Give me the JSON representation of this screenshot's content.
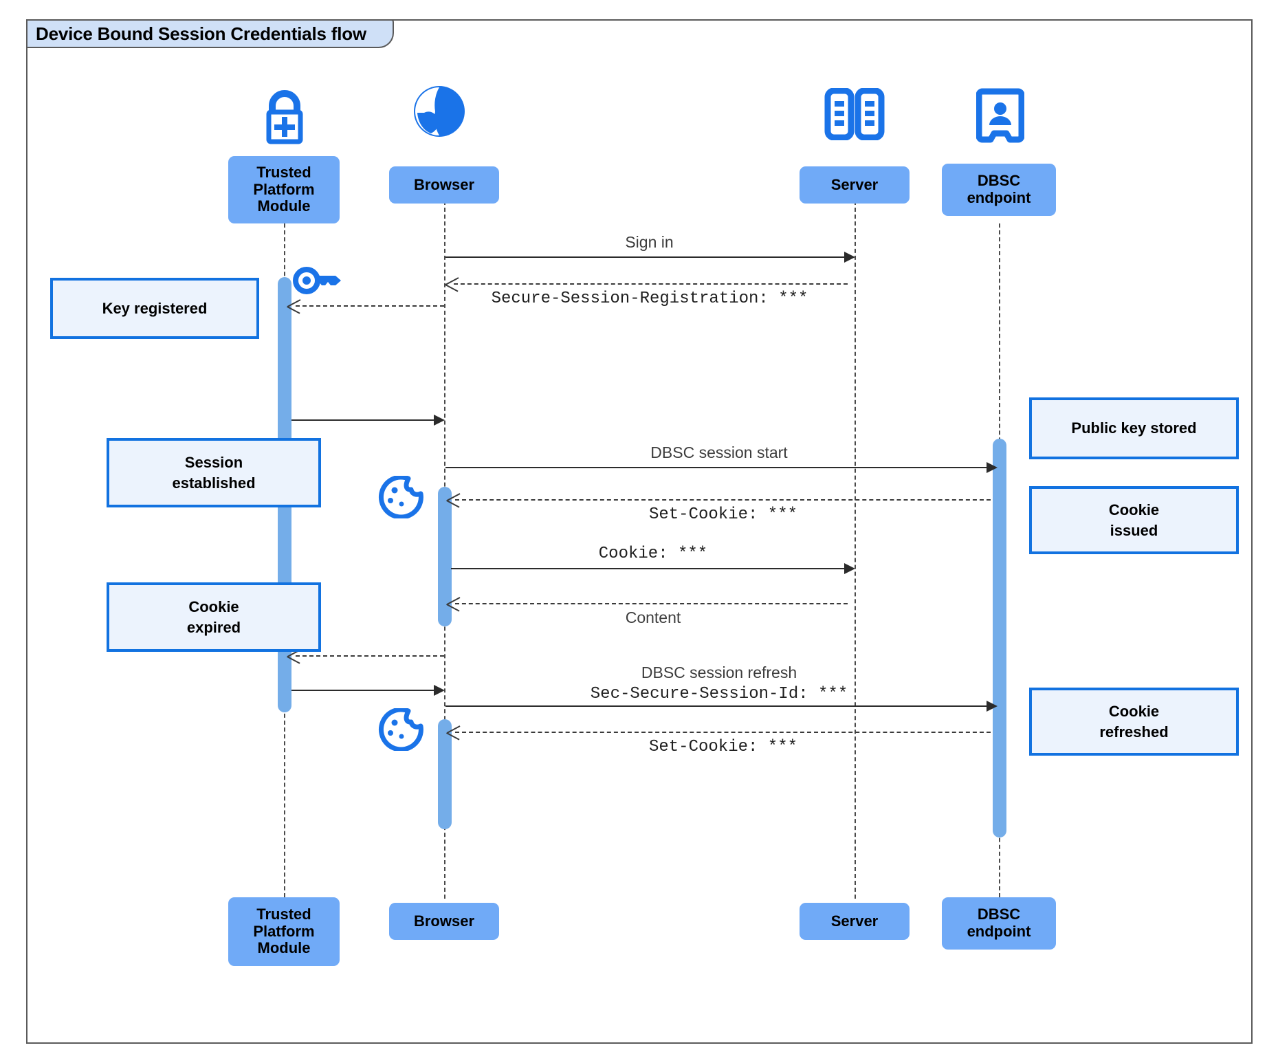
{
  "frame": {
    "title": "Device Bound Session Credentials flow",
    "border_color": "#5a5a5a",
    "title_bg": "#cfe0f7"
  },
  "colors": {
    "participant_bg": "#70aaf7",
    "activation_bg": "#74ade9",
    "note_bg": "#ecf3fd",
    "note_border": "#1272e0",
    "icon_blue": "#1a73e8",
    "line": "#2b2b2b"
  },
  "participants": [
    {
      "id": "tpm",
      "label": "Trusted\nPlatform\nModule",
      "icon": "lock-plus-icon"
    },
    {
      "id": "browser",
      "label": "Browser",
      "icon": "globe-icon"
    },
    {
      "id": "server",
      "label": "Server",
      "icon": "server-racks-icon"
    },
    {
      "id": "dbsc",
      "label": "DBSC\nendpoint",
      "icon": "id-badge-icon"
    }
  ],
  "messages": [
    {
      "id": "m1",
      "label": "Sign in",
      "style": "sans",
      "line": "solid",
      "from": "browser",
      "to": "server"
    },
    {
      "id": "m2",
      "label": "Secure-Session-Registration: ***",
      "style": "mono",
      "line": "dashed",
      "from": "server",
      "to": "browser"
    },
    {
      "id": "m3",
      "label": "",
      "style": "sans",
      "line": "dashed",
      "from": "browser",
      "to": "tpm"
    },
    {
      "id": "m4",
      "label": "",
      "style": "sans",
      "line": "solid",
      "from": "tpm",
      "to": "browser"
    },
    {
      "id": "m5",
      "label": "DBSC session start",
      "style": "sans",
      "line": "solid",
      "from": "browser",
      "to": "dbsc"
    },
    {
      "id": "m6",
      "label": "Set-Cookie: ***",
      "style": "mono",
      "line": "dashed",
      "from": "dbsc",
      "to": "browser"
    },
    {
      "id": "m7",
      "label": "Cookie: ***",
      "style": "mono",
      "line": "solid",
      "from": "browser",
      "to": "server"
    },
    {
      "id": "m8",
      "label": "Content",
      "style": "sans",
      "line": "dashed",
      "from": "server",
      "to": "browser"
    },
    {
      "id": "m9",
      "label": "",
      "style": "sans",
      "line": "dashed",
      "from": "browser",
      "to": "tpm"
    },
    {
      "id": "m10",
      "label": "",
      "style": "sans",
      "line": "solid",
      "from": "tpm",
      "to": "browser"
    },
    {
      "id": "m11",
      "label": "DBSC session refresh",
      "style": "sans",
      "line": "solid",
      "from": "browser",
      "to": "dbsc"
    },
    {
      "id": "m11b",
      "label": "Sec-Secure-Session-Id: ***",
      "style": "mono",
      "line": "none",
      "from": "browser",
      "to": "dbsc"
    },
    {
      "id": "m12",
      "label": "Set-Cookie: ***",
      "style": "mono",
      "line": "dashed",
      "from": "dbsc",
      "to": "browser"
    }
  ],
  "notes": [
    {
      "id": "n1",
      "label": "Key registered",
      "side": "left-of-tpm"
    },
    {
      "id": "n2",
      "label": "Session\nestablished",
      "side": "left-of-tpm"
    },
    {
      "id": "n3",
      "label": "Cookie\nexpired",
      "side": "left-of-tpm"
    },
    {
      "id": "n4",
      "label": "Public key stored",
      "side": "right-of-dbsc"
    },
    {
      "id": "n5",
      "label": "Cookie\nissued",
      "side": "right-of-dbsc"
    },
    {
      "id": "n6",
      "label": "Cookie\nrefreshed",
      "side": "right-of-dbsc"
    }
  ],
  "inline_icons": [
    {
      "id": "key1",
      "name": "key-icon",
      "near": "tpm-lifeline"
    },
    {
      "id": "cookie1",
      "name": "cookie-icon",
      "near": "browser-lifeline"
    },
    {
      "id": "cookie2",
      "name": "cookie-icon",
      "near": "browser-lifeline"
    }
  ]
}
